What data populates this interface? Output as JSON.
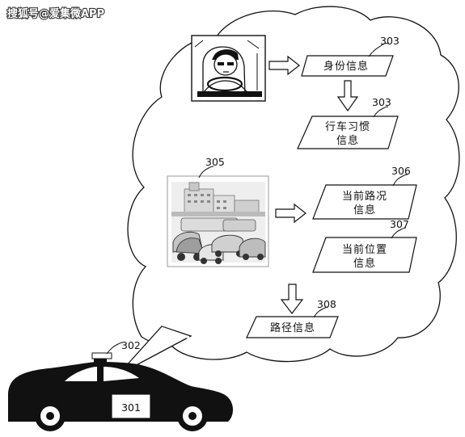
{
  "watermark": "搜狐号@爱集微APP",
  "refs": {
    "r303a": "303",
    "r303b": "303",
    "r305": "305",
    "r306": "306",
    "r307": "307",
    "r308": "308",
    "r302": "302"
  },
  "boxes": {
    "identity": "身份信息",
    "driving_l1": "行车习惯",
    "driving_l2": "信息",
    "road_l1": "当前路况",
    "road_l2": "信息",
    "position_l1": "当前位置",
    "position_l2": "信息",
    "route": "路径信息"
  },
  "car": {
    "box_label": "301"
  }
}
